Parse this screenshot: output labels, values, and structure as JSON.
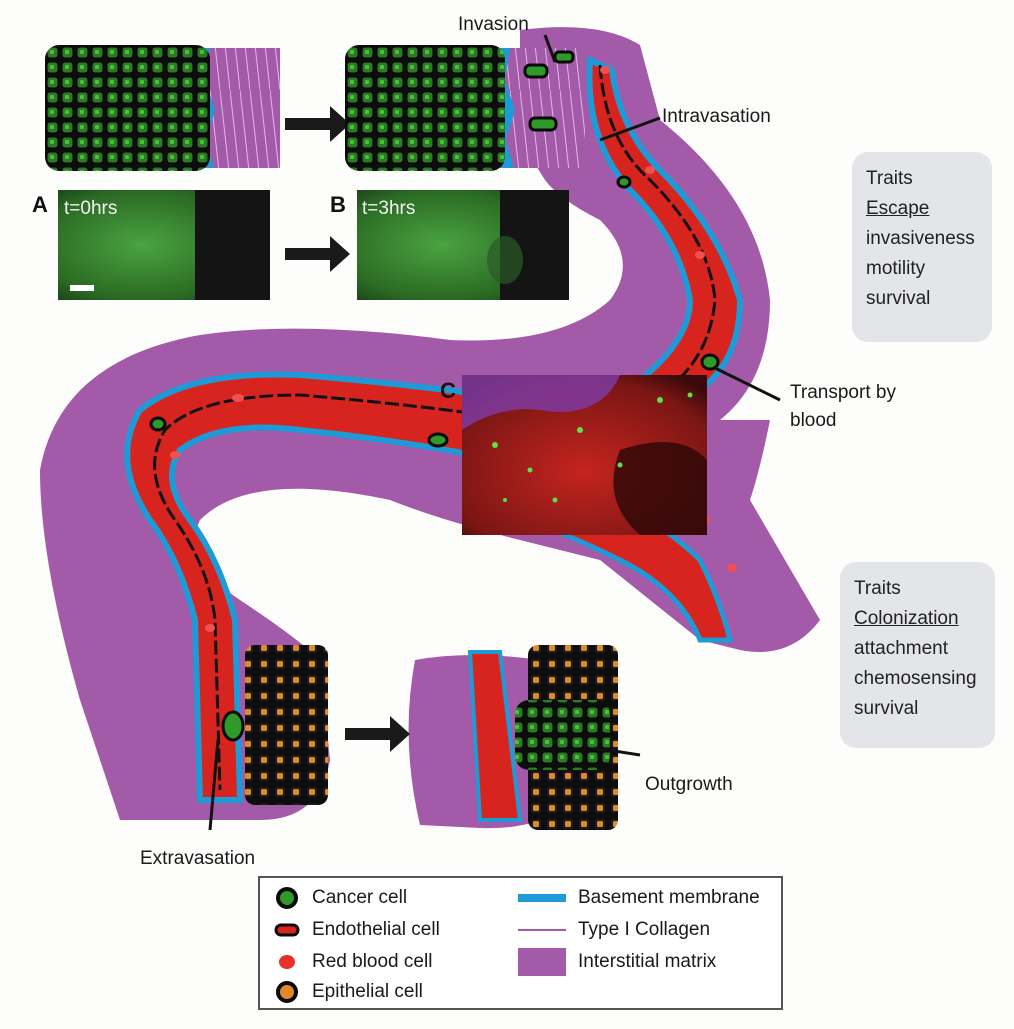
{
  "labels": {
    "invasion": "Invasion",
    "intravasation": "Intravasation",
    "transport": [
      "Transport by",
      "blood"
    ],
    "extravasation": "Extravasation",
    "outgrowth": "Outgrowth"
  },
  "panels": {
    "a": {
      "letter": "A",
      "time": "t=0hrs"
    },
    "b": {
      "letter": "B",
      "time": "t=3hrs"
    },
    "c": {
      "letter": "C"
    }
  },
  "traits_escape": {
    "title": "Traits",
    "heading": "Escape",
    "items": [
      "invasiveness",
      "motility",
      "survival"
    ]
  },
  "traits_colonization": {
    "title": "Traits",
    "heading": "Colonization",
    "items": [
      "attachment",
      "chemosensing",
      "survival"
    ]
  },
  "legend": [
    {
      "label": "Cancer cell",
      "icon": "cancer-cell-icon"
    },
    {
      "label": "Endothelial cell",
      "icon": "endothelial-cell-icon"
    },
    {
      "label": "Red blood cell",
      "icon": "red-blood-cell-icon"
    },
    {
      "label": "Epithelial cell",
      "icon": "epithelial-cell-icon"
    },
    {
      "label": "Basement membrane",
      "icon": "basement-membrane-swatch"
    },
    {
      "label": "Type I Collagen",
      "icon": "collagen-line-swatch"
    },
    {
      "label": "Interstitial matrix",
      "icon": "interstitial-matrix-swatch"
    }
  ],
  "colors": {
    "interstitial_matrix": "#a35aa8",
    "blood": "#d8241f",
    "basement_membrane": "#1e9ad6",
    "cancer_cell": "#2f9a2a",
    "epithelial_cell": "#e0892c",
    "box_bg": "#e3e5e8"
  }
}
